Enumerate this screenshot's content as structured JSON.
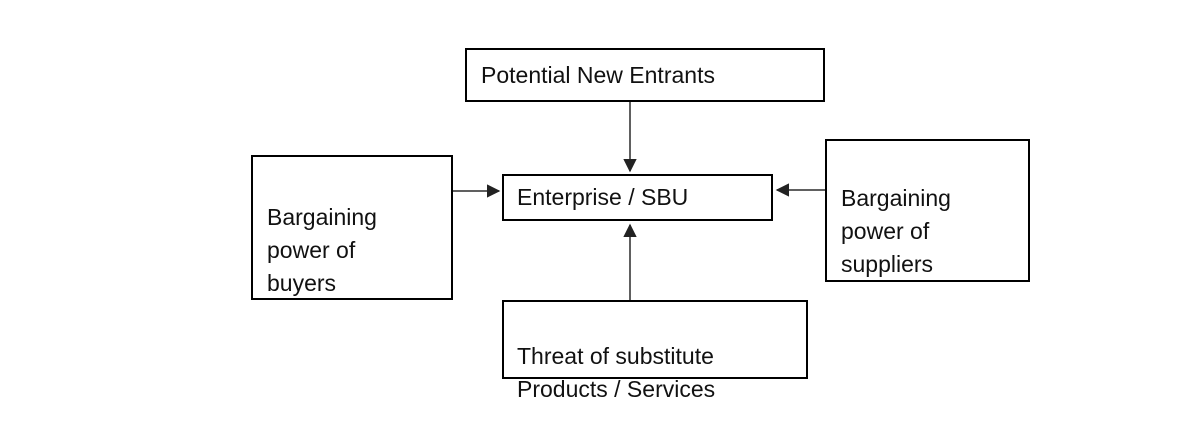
{
  "diagram": {
    "description": "Five-forces style block diagram with four outer boxes pointing arrows into a central box",
    "colors": {
      "background": "#ffffff",
      "box_border": "#000000",
      "text": "#111111",
      "arrow": "#2b2b2b"
    },
    "nodes": {
      "top": {
        "label": "Potential New Entrants"
      },
      "center": {
        "label": "Enterprise / SBU"
      },
      "left": {
        "label": "Bargaining\npower of\nbuyers"
      },
      "right": {
        "label": "Bargaining\npower of\nsuppliers"
      },
      "bottom": {
        "label": "Threat of substitute\nProducts / Services"
      }
    },
    "edges": [
      {
        "from": "top",
        "to": "center",
        "direction": "down"
      },
      {
        "from": "left",
        "to": "center",
        "direction": "right"
      },
      {
        "from": "right",
        "to": "center",
        "direction": "left"
      },
      {
        "from": "bottom",
        "to": "center",
        "direction": "up"
      }
    ]
  }
}
